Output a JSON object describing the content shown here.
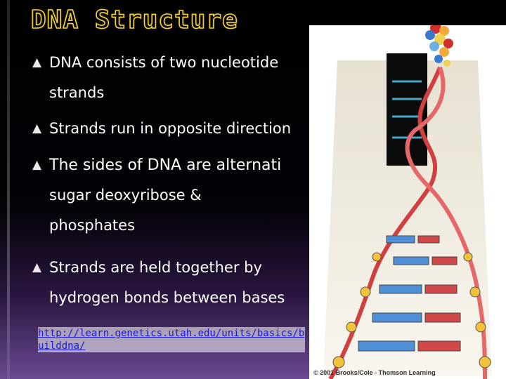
{
  "slide": {
    "title": "DNA Structure",
    "bullets": [
      {
        "line1": "DNA consists of two nucleotide",
        "line2": "strands"
      },
      {
        "line1": "Strands run  in opposite direction"
      },
      {
        "line1": "The sides of DNA are alternati",
        "line2": "sugar deoxyribose  &",
        "line3": "phosphates"
      },
      {
        "line1": "Strands are held together by",
        "line2": "hydrogen bonds between bases"
      }
    ],
    "link": "http://learn.genetics.utah.edu/units/basics/builddna/",
    "image_caption": "© 2001 Brooks/Cole - Thomson Learning",
    "bullet_marker": "🙢"
  },
  "colors": {
    "title_outline": "#f3d23a",
    "bullet_text": "#ffffff",
    "link": "#1b1bd0"
  },
  "icons": {
    "bullet": "arrow-bullet-icon",
    "illustration": "dna-double-helix-icon"
  }
}
